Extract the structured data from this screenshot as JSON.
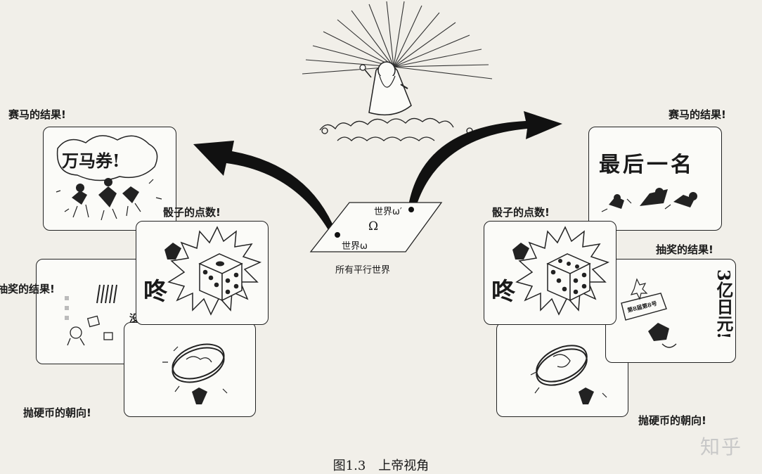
{
  "left": {
    "horse_label": "赛马的结果!",
    "dice_label": "骰子的点数!",
    "lottery_label": "抽奖的结果!",
    "coin_label": "抛硬币的朝向!",
    "horse_card_text": "万马券!",
    "dice_sound": "咚",
    "lottery_text": "没中"
  },
  "right": {
    "horse_label": "赛马的结果!",
    "dice_label": "骰子的点数!",
    "lottery_label": "抽奖的结果!",
    "coin_label": "抛硬币的朝向!",
    "horse_card_text": "最后一名",
    "dice_sound": "咚",
    "lottery_amount": "3亿日元!",
    "lottery_banner": "第8届第8号"
  },
  "center": {
    "omega": "Ω",
    "world_omega_prime": "世界ω′",
    "world_omega": "世界ω",
    "caption": "所有平行世界"
  },
  "figure_caption": "图1.3　上帝视角",
  "watermark": "知乎"
}
